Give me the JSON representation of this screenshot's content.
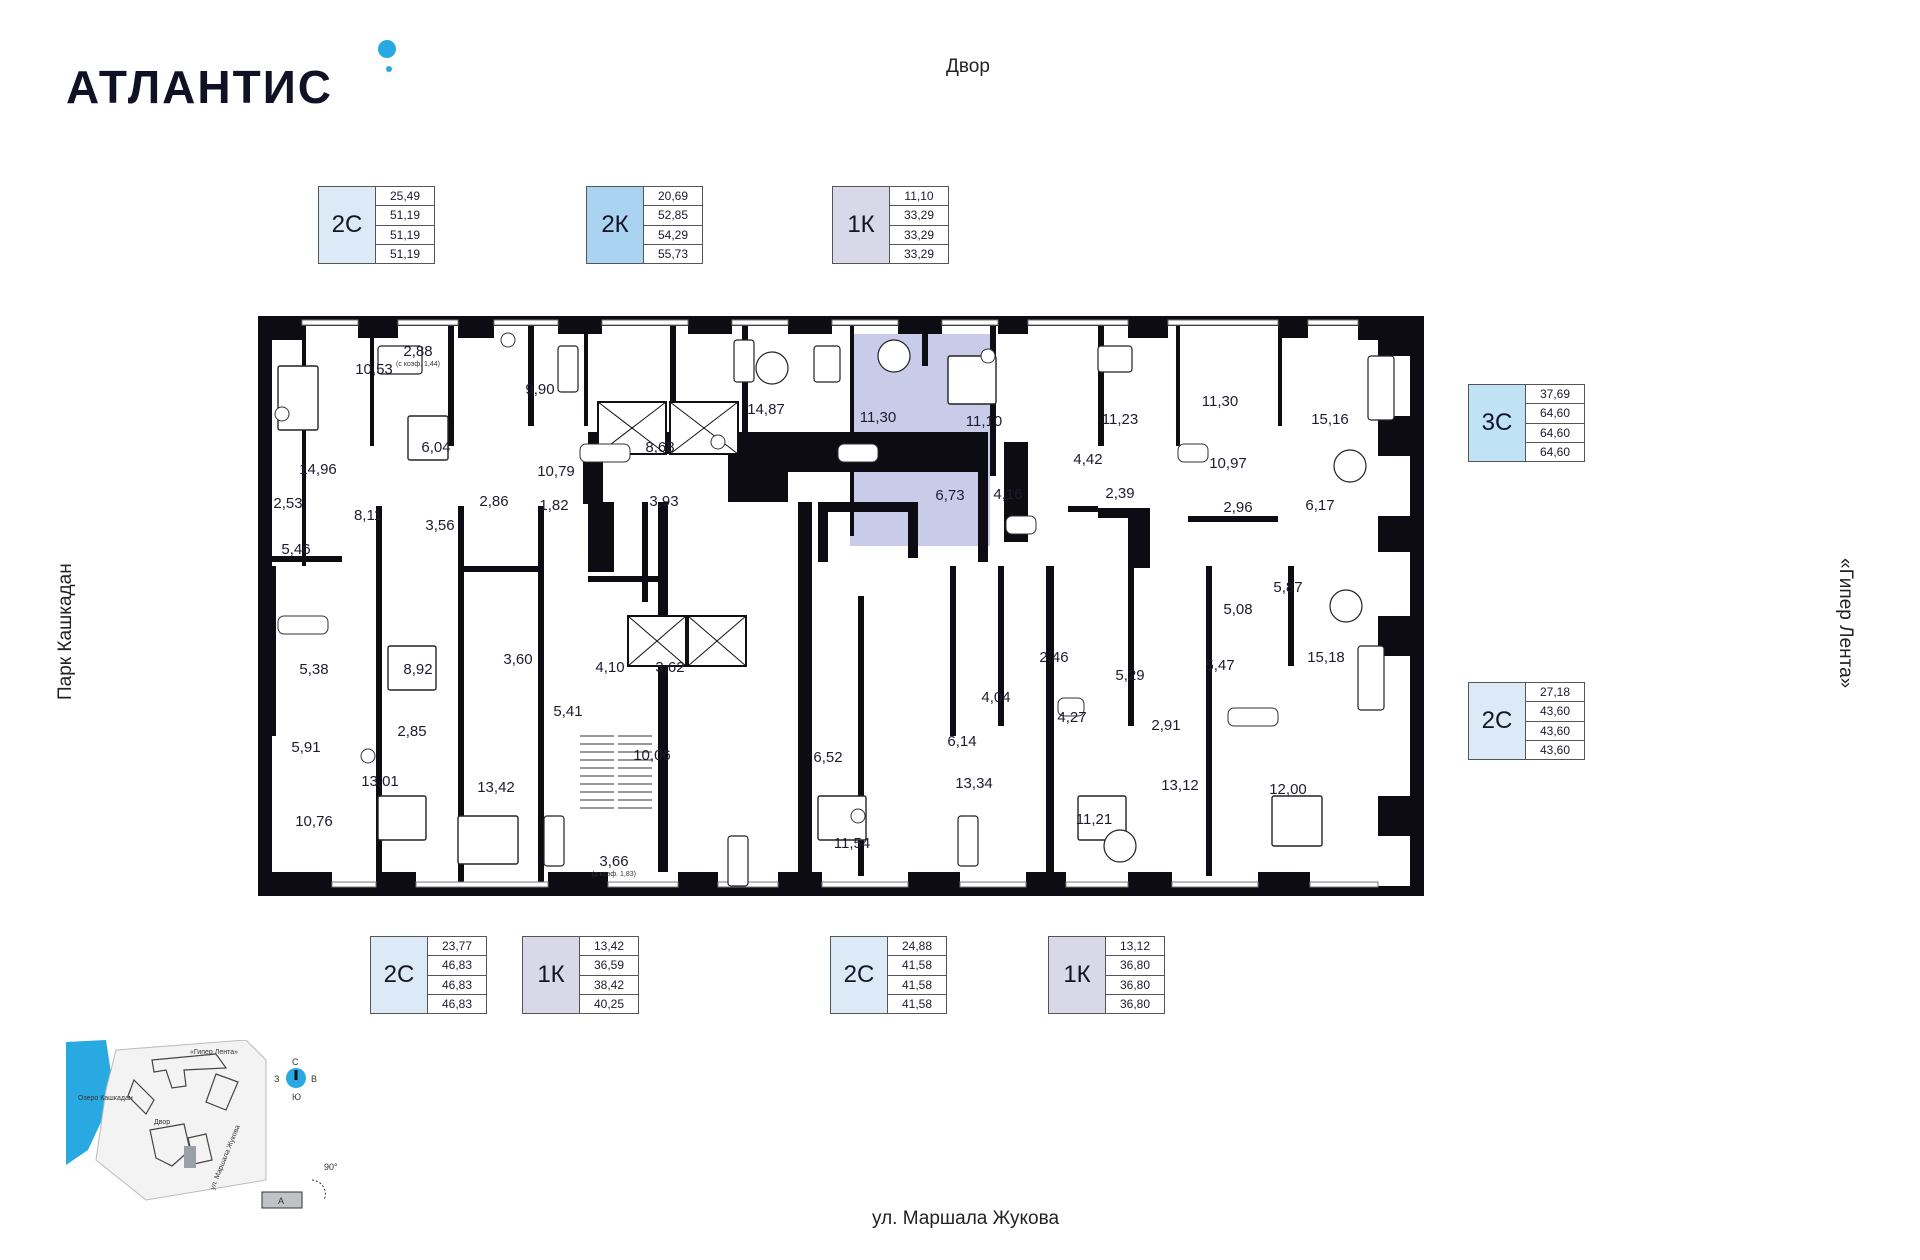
{
  "brand": {
    "name": "АТЛАНТИС",
    "accent_color": "#29A9E1"
  },
  "orientation_labels": {
    "top": "Двор",
    "bottom": "ул. Маршала Жукова",
    "left": "Парк Кашкадан",
    "right": "«Гипер Лента»"
  },
  "apartments": [
    {
      "type": "2С",
      "color": "#DCEAF7",
      "areas": [
        "25,49",
        "51,19",
        "51,19",
        "51,19"
      ]
    },
    {
      "type": "2К",
      "color": "#A9D3F0",
      "areas": [
        "20,69",
        "52,85",
        "54,29",
        "55,73"
      ]
    },
    {
      "type": "1К",
      "color": "#D8D8E8",
      "areas": [
        "11,10",
        "33,29",
        "33,29",
        "33,29"
      ]
    },
    {
      "type": "3С",
      "color": "#BFE2F5",
      "areas": [
        "37,69",
        "64,60",
        "64,60",
        "64,60"
      ]
    },
    {
      "type": "2С",
      "color": "#DCEAF7",
      "areas": [
        "27,18",
        "43,60",
        "43,60",
        "43,60"
      ]
    },
    {
      "type": "2С",
      "color": "#DCEAF7",
      "areas": [
        "23,77",
        "46,83",
        "46,83",
        "46,83"
      ]
    },
    {
      "type": "1К",
      "color": "#D8D8E8",
      "areas": [
        "13,42",
        "36,59",
        "38,42",
        "40,25"
      ]
    },
    {
      "type": "2С",
      "color": "#DCEAF7",
      "areas": [
        "24,88",
        "41,58",
        "41,58",
        "41,58"
      ]
    },
    {
      "type": "1К",
      "color": "#D8D8E8",
      "areas": [
        "13,12",
        "36,80",
        "36,80",
        "36,80"
      ]
    }
  ],
  "rooms": [
    "10,53",
    "2,88",
    "9,90",
    "14,87",
    "11,30",
    "11,10",
    "11,23",
    "11,30",
    "15,16",
    "6,04",
    "8,68",
    "14,96",
    "10,79",
    "4,42",
    "10,97",
    "6,17",
    "2,53",
    "8,11",
    "3,56",
    "2,86",
    "1,82",
    "3,93",
    "6,73",
    "4,16",
    "2,39",
    "2,96",
    "5,46",
    "5,87",
    "5,08",
    "15,18",
    "5,38",
    "8,92",
    "3,60",
    "4,10",
    "3,62",
    "2,46",
    "5,29",
    "5,47",
    "5,41",
    "4,04",
    "4,27",
    "5,91",
    "2,85",
    "6,14",
    "2,91",
    "10,06",
    "6,52",
    "13,01",
    "13,42",
    "13,34",
    "13,12",
    "12,00",
    "10,76",
    "11,21",
    "3,66",
    "11,54"
  ],
  "room_notes": [
    "(с коэф. 1,44)",
    "(с коэф. 1,83)"
  ],
  "highlight_color": "#C9CCE8",
  "minimap": {
    "lake": "Озеро Кашкадан",
    "store": "«Гипер Лента»",
    "yard": "Двор",
    "street": "ул. Маршала Жукова",
    "compass": {
      "n": "С",
      "s": "Ю",
      "w": "З",
      "e": "В"
    },
    "rotation": "90°",
    "section": "А"
  }
}
